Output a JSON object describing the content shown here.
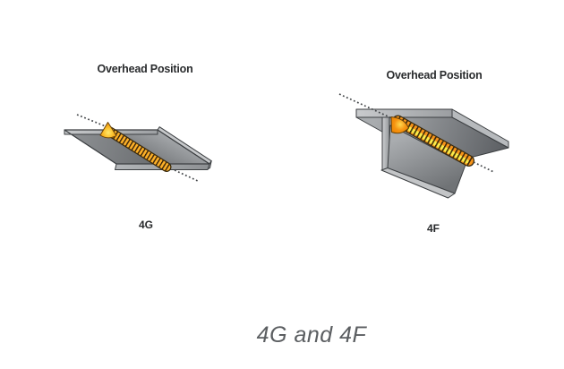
{
  "page": {
    "background": "#ffffff",
    "caption": "4G and 4F"
  },
  "figures": [
    {
      "id": "4G",
      "title": "Overhead Position",
      "label": "4G",
      "diagram": "groove-weld-flat-plate-overhead"
    },
    {
      "id": "4F",
      "title": "Overhead Position",
      "label": "4F",
      "diagram": "fillet-weld-t-joint-overhead"
    }
  ],
  "colors": {
    "steel_light": "#c9cbcd",
    "steel_mid": "#9a9da0",
    "steel_dark": "#64676a",
    "outline": "#3c3f42",
    "weld_orange": "#f49b1d",
    "weld_yellow": "#f5e43c",
    "weld_stripe_dark": "#3d2b0d",
    "title_text": "#2a2c2e",
    "caption_text": "#5b5e61",
    "dashed_line": "#44474a"
  }
}
